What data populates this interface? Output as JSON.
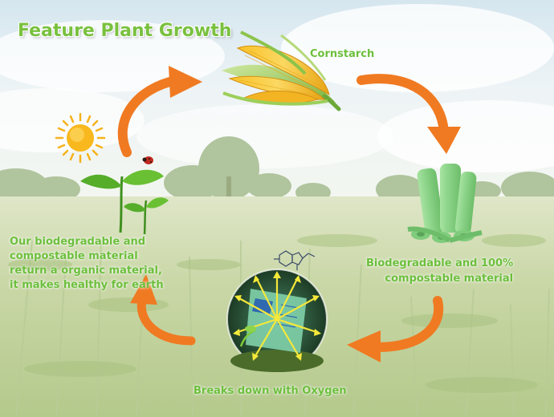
{
  "title": "Feature Plant Growth",
  "stages": {
    "cornstarch": "Cornstarch",
    "bag": "Biodegradable and 100%\ncompostable material",
    "oxygen": "Breaks down with Oxygen",
    "earth": "Our biodegradable and\ncompostable material\nreturn a organic material,\nit makes healthy for earth"
  },
  "colors": {
    "title": "#79c13f",
    "label": "#6cbf3c",
    "arrow": "#f07a22",
    "sky": "#e3eef3",
    "field": "#c9d7a2",
    "bag": "#8fd98c"
  },
  "icons": [
    "sun-icon",
    "ladybug-icon",
    "seedling-icon",
    "corn-icon",
    "bag-rolls-icon",
    "molecule-icon",
    "oxygen-circle-icon"
  ]
}
